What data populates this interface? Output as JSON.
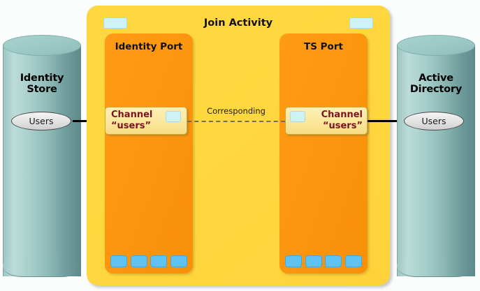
{
  "diagram": {
    "title": "Join Activity",
    "left_store": {
      "name": "Identity\nStore",
      "name_line1": "Identity",
      "name_line2": "Store",
      "entity_label": "Users"
    },
    "right_store": {
      "name_line1": "Active",
      "name_line2": "Directory",
      "entity_label": "Users"
    },
    "ports": [
      {
        "title": "Identity Port",
        "channel_line1": "Channel",
        "channel_line2": "“users”",
        "chip_count": 4
      },
      {
        "title": "TS Port",
        "channel_line1": "Channel",
        "channel_line2": "“users”",
        "chip_count": 4
      }
    ],
    "relation_label": "Corresponding",
    "panel_tabs": [
      "port-tab",
      "port-tab"
    ],
    "colors": {
      "panel_yellow": "#ffd740",
      "port_orange": "#fd970f",
      "channel_cream": "#fbe79c",
      "channel_text": "#7b1422",
      "tab_cyan": "#cff2f4",
      "chip_blue": "#5dc3f5",
      "cylinder_teal": "#9ecbc7",
      "ellipse_gray": "#e2e2e2",
      "line_black": "#000000",
      "dashed_gray": "#6f6f5a",
      "background": "#fbfdfd"
    }
  }
}
